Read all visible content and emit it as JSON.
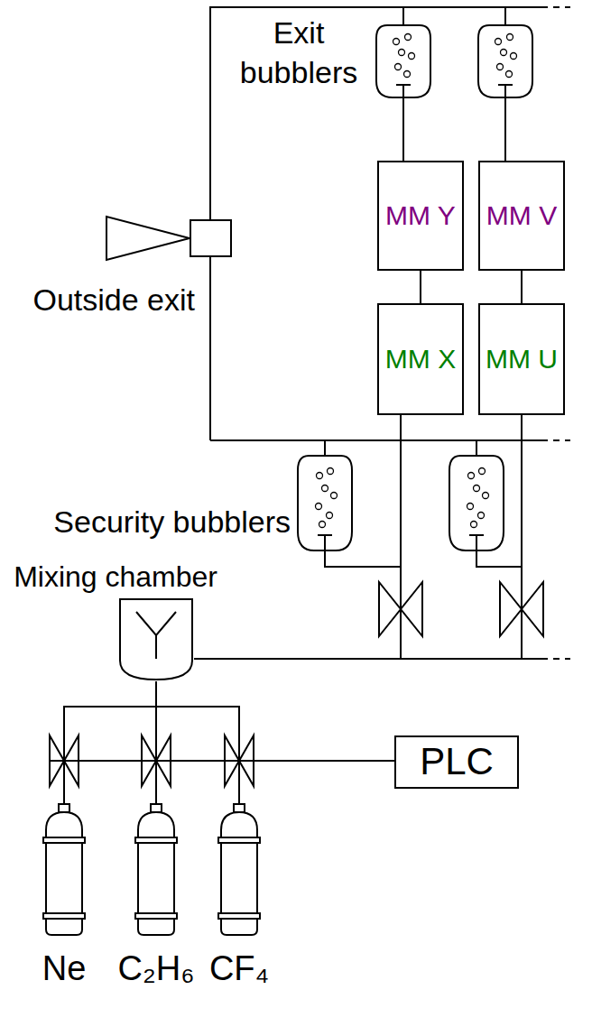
{
  "diagram": {
    "nodes": [
      {
        "text": [
          "Outside exit"
        ]
      },
      {
        "text": [
          "MM Y"
        ]
      },
      {
        "text": [
          "MM V"
        ]
      },
      {
        "text": [
          "MM X"
        ]
      },
      {
        "text": [
          "MM U"
        ]
      },
      {
        "text": [
          "Mixing chamber"
        ]
      },
      {
        "text": [
          "PLC"
        ]
      },
      {
        "text": [
          "Ne"
        ]
      },
      {
        "text": [
          "C₂H₆"
        ]
      },
      {
        "text": [
          "CF₄"
        ]
      }
    ],
    "edges": [
      {
        "from": 1,
        "to": 0,
        "arrow": "none"
      },
      {
        "from": 2,
        "to": 0,
        "arrow": "none"
      },
      {
        "from": 3,
        "to": 1,
        "arrow": "none"
      },
      {
        "from": 4,
        "to": 2,
        "arrow": "none"
      },
      {
        "from": 5,
        "to": 3,
        "arrow": "none"
      },
      {
        "from": 5,
        "to": 4,
        "arrow": "none"
      },
      {
        "from": 7,
        "to": 5,
        "arrow": "none"
      },
      {
        "from": 8,
        "to": 5,
        "arrow": "none"
      },
      {
        "from": 9,
        "to": 5,
        "arrow": "none"
      }
    ],
    "labels": [
      "Exit bubblers",
      "Security bubblers"
    ]
  }
}
